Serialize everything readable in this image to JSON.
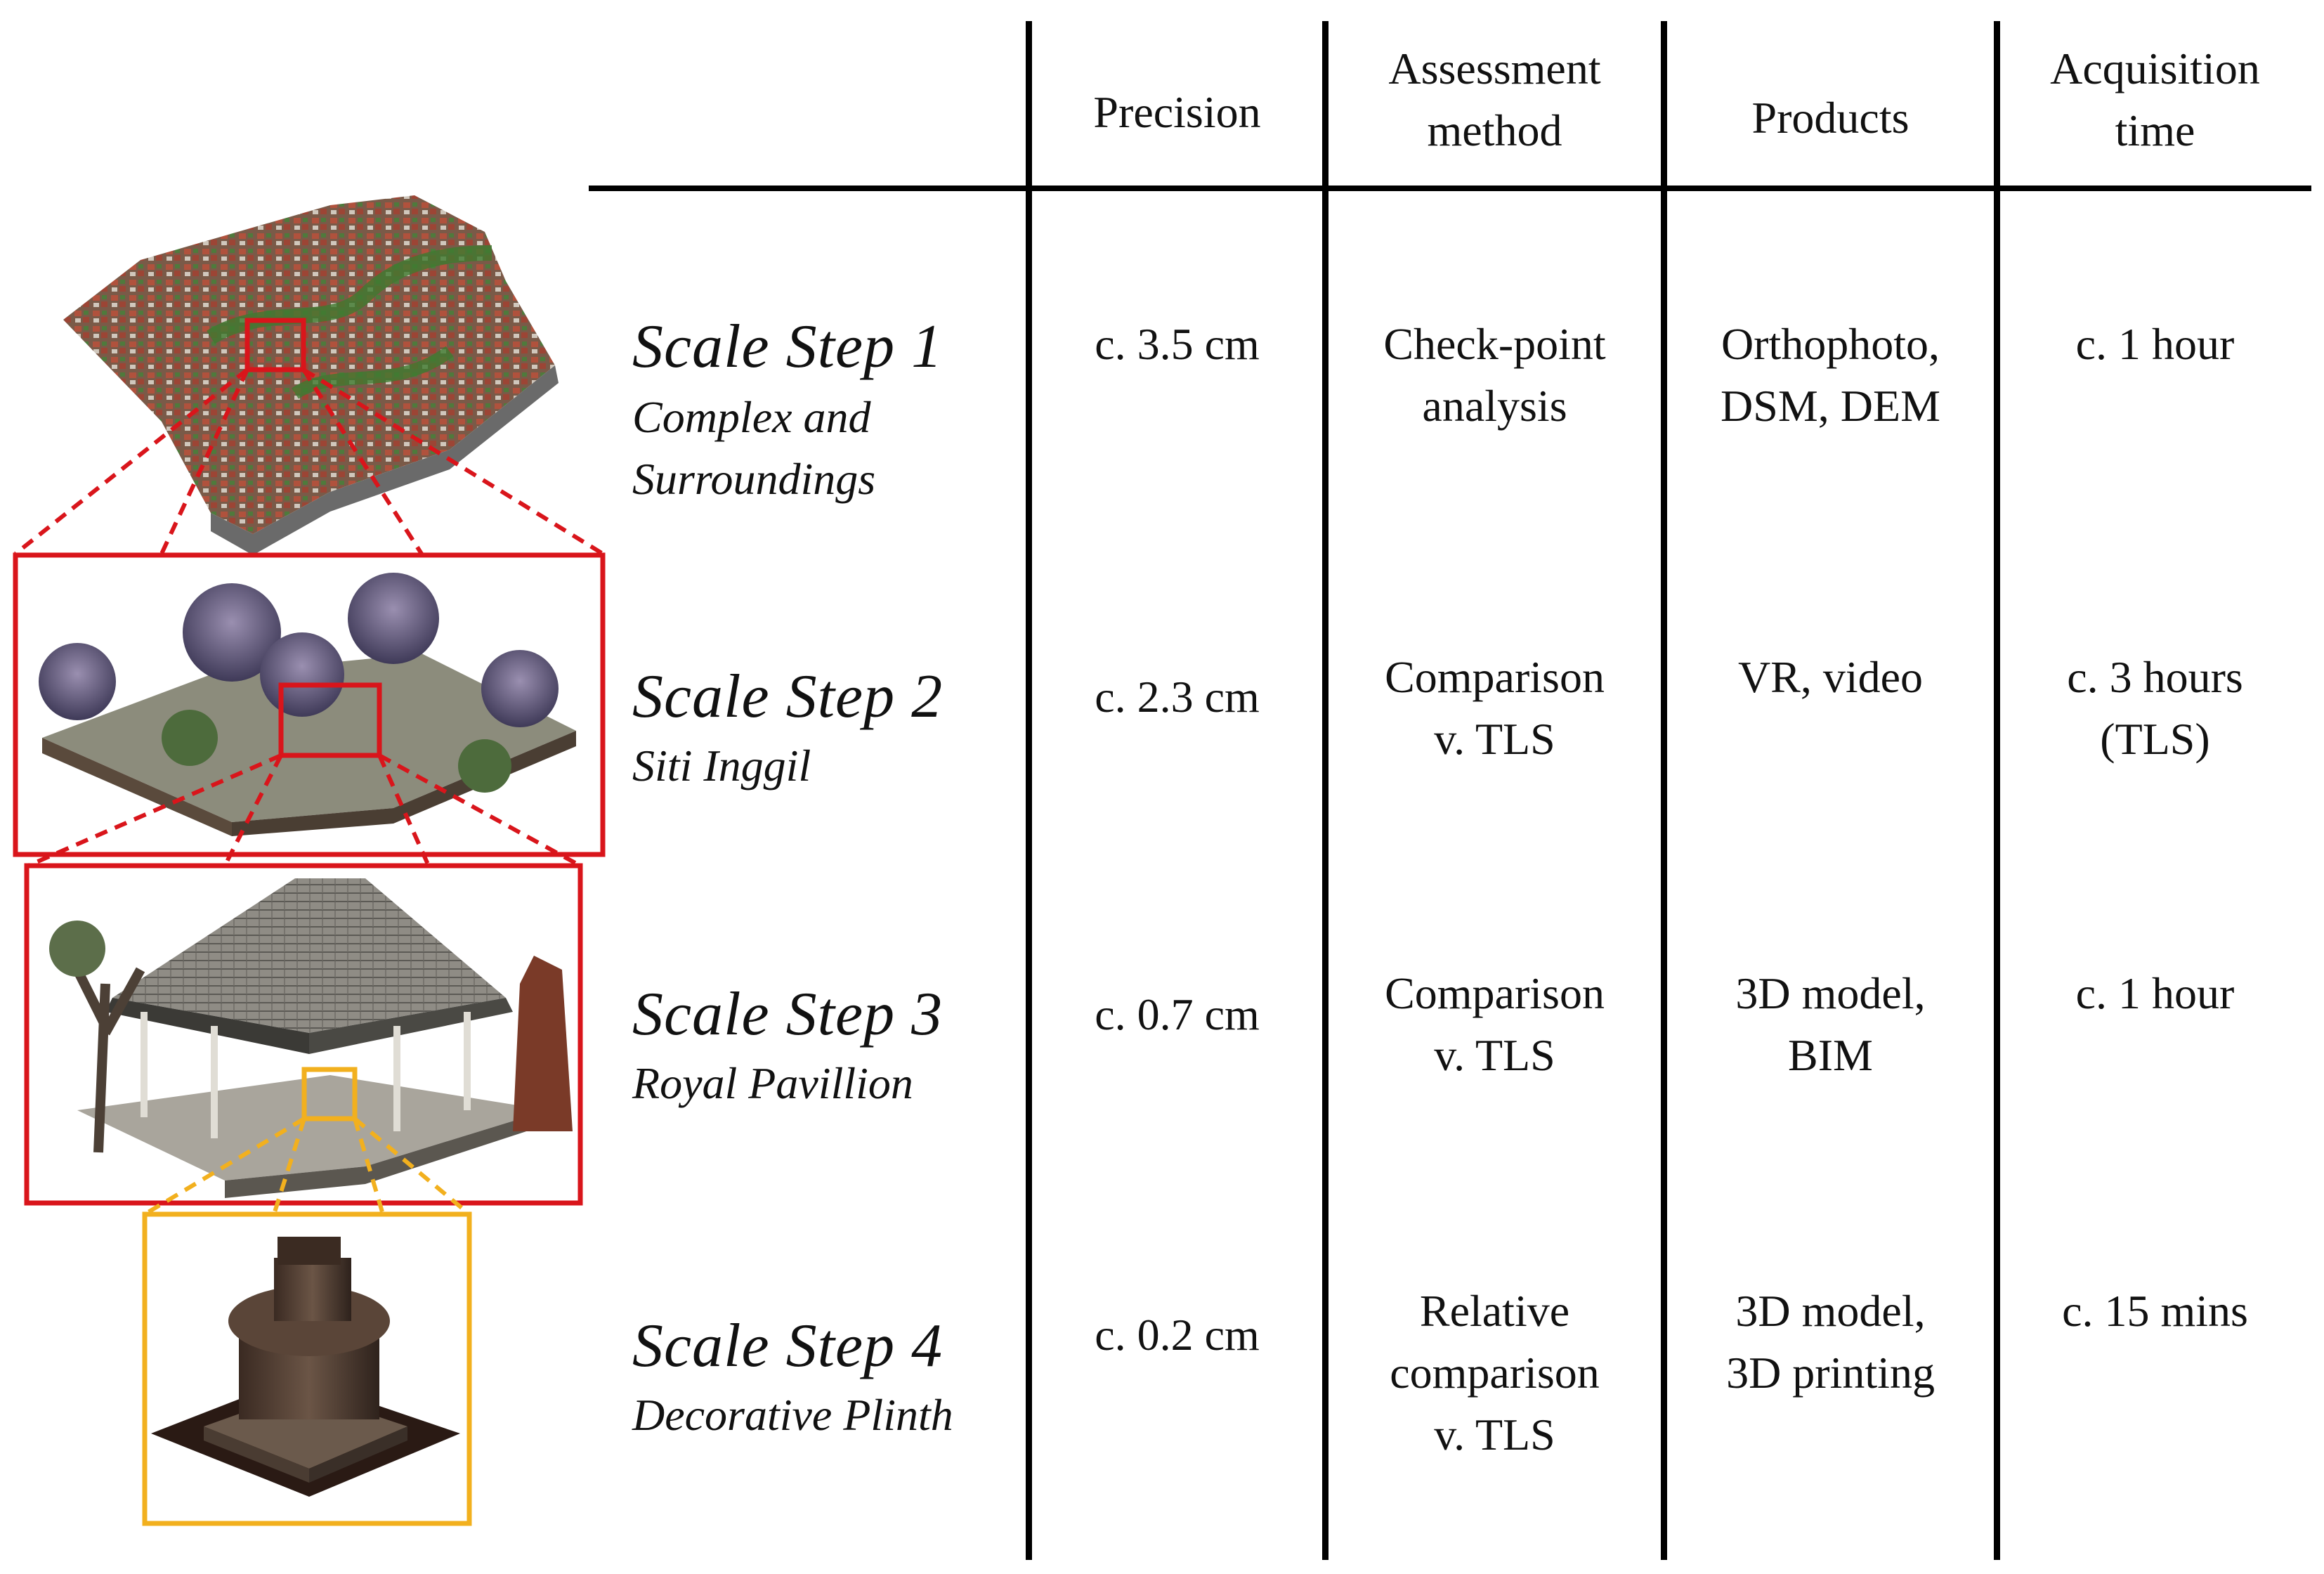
{
  "headers": [
    {
      "lines": [
        "Precision"
      ]
    },
    {
      "lines": [
        "Assessment",
        "method"
      ]
    },
    {
      "lines": [
        "Products"
      ]
    },
    {
      "lines": [
        "Acquisition",
        "time"
      ]
    }
  ],
  "steps": [
    {
      "title": "Scale Step 1",
      "subtitle_lines": [
        "Complex and",
        "Surroundings"
      ],
      "precision": "c. 3.5 cm",
      "method_lines": [
        "Check-point",
        "analysis"
      ],
      "product_lines": [
        "Orthophoto,",
        "DSM, DEM"
      ],
      "time_lines": [
        "c. 1 hour"
      ]
    },
    {
      "title": "Scale Step 2",
      "subtitle_lines": [
        "Siti Inggil"
      ],
      "precision": "c. 2.3 cm",
      "method_lines": [
        "Comparison",
        "v. TLS"
      ],
      "product_lines": [
        "VR, video"
      ],
      "time_lines": [
        "c. 3 hours",
        "(TLS)"
      ]
    },
    {
      "title": "Scale Step 3",
      "subtitle_lines": [
        "Royal Pavillion"
      ],
      "precision": "c. 0.7 cm",
      "method_lines": [
        "Comparison",
        "v. TLS"
      ],
      "product_lines": [
        "3D model,",
        "BIM"
      ],
      "time_lines": [
        "c. 1 hour"
      ]
    },
    {
      "title": "Scale Step 4",
      "subtitle_lines": [
        "Decorative Plinth"
      ],
      "precision": "c. 0.2 cm",
      "method_lines": [
        "Relative",
        "comparison",
        "v. TLS"
      ],
      "product_lines": [
        "3D model,",
        "3D printing"
      ],
      "time_lines": [
        "c. 15 mins"
      ]
    }
  ],
  "images": [
    {
      "name": "aerial-site-model",
      "caption": ""
    },
    {
      "name": "siti-inggil-pointcloud",
      "caption": ""
    },
    {
      "name": "royal-pavilion-model",
      "caption": ""
    },
    {
      "name": "decorative-plinth-model",
      "caption": ""
    }
  ],
  "colors": {
    "frame_red": "#d9151b",
    "frame_orange": "#f2b01e",
    "rule": "#000000"
  }
}
